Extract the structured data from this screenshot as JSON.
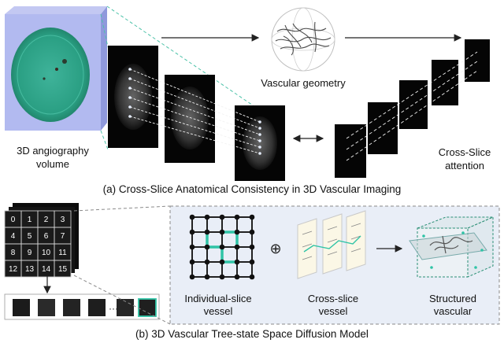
{
  "part_a": {
    "volume_label_1": "3D angiography",
    "volume_label_2": "volume",
    "geometry_label": "Vascular geometry",
    "attention_label_1": "Cross-Slice",
    "attention_label_2": "attention",
    "caption": "(a) Cross-Slice Anatomical Consistency in 3D Vascular Imaging"
  },
  "part_b": {
    "grid_numbers": [
      "0",
      "1",
      "2",
      "3",
      "4",
      "5",
      "6",
      "7",
      "8",
      "9",
      "10",
      "11",
      "12",
      "13",
      "14",
      "15"
    ],
    "individual_label_1": "Individual-slice",
    "individual_label_2": "vessel",
    "cross_label_1": "Cross-slice",
    "cross_label_2": "vessel",
    "structured_label_1": "Structured",
    "structured_label_2": "vascular",
    "plus_symbol": "⊕",
    "ellipsis": "···",
    "caption": "(b) 3D Vascular Tree-state Space Diffusion Model"
  },
  "colors": {
    "teal": "#2fc4a6",
    "panel_bg": "#e9eef7",
    "slice_black": "#0a0a0a",
    "volume_blue": "#9aa6e8"
  }
}
